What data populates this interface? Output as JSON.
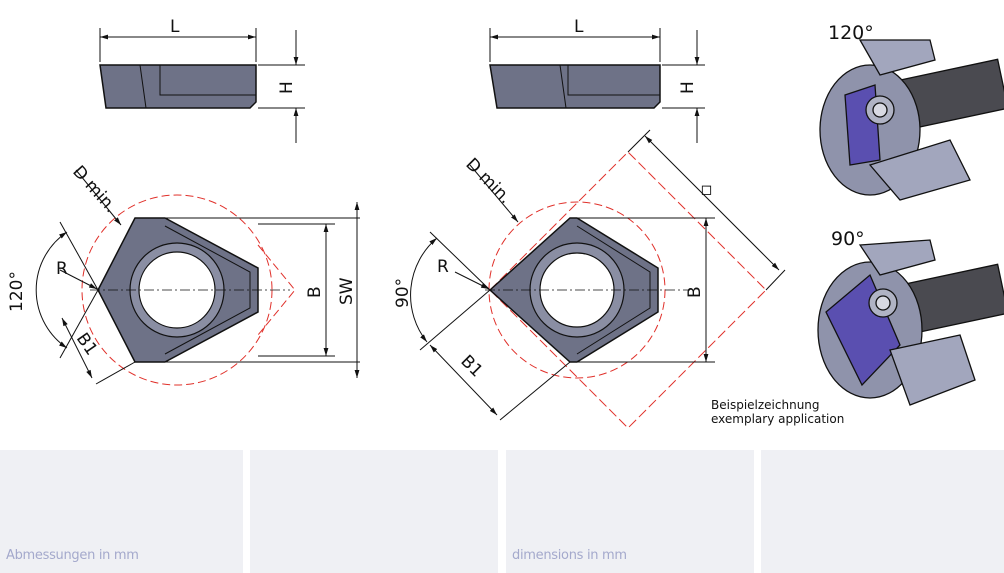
{
  "drawing_labels": {
    "left": {
      "length": "L",
      "height": "H",
      "diameter": "D min.",
      "radius": "R",
      "angle": "120°",
      "b1": "B1",
      "b": "B",
      "sw": "SW"
    },
    "middle": {
      "length": "L",
      "height": "H",
      "diameter": "D min.",
      "radius": "R",
      "angle": "90°",
      "b1": "B1",
      "b": "B",
      "square": "◇"
    },
    "application": {
      "angle_top": "120°",
      "angle_bottom": "90°"
    }
  },
  "caption": {
    "de": "Beispielzeichnung",
    "en": "exemplary application"
  },
  "panels": [
    {
      "label": "Abmessungen in mm"
    },
    {
      "label": ""
    },
    {
      "label": "dimensions in mm"
    },
    {
      "label": ""
    }
  ],
  "colors": {
    "insert": "#6e7287",
    "panel": "#eff0f4",
    "red": "#e0302a",
    "purple": "#5a4fb0"
  }
}
